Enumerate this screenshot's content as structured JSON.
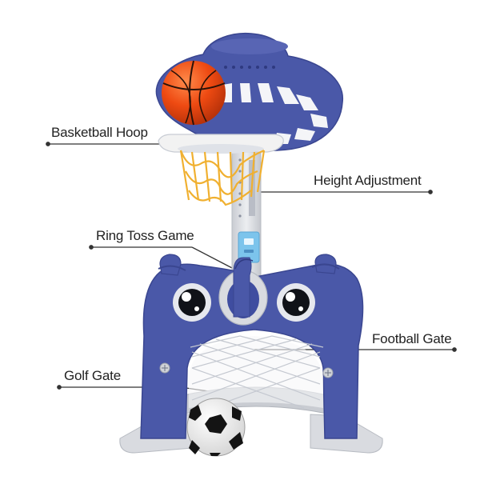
{
  "callouts": {
    "basketball_hoop": "Basketball Hoop",
    "height_adjustment": "Height Adjustment",
    "ring_toss_game": "Ring Toss Game",
    "football_gate": "Football Gate",
    "golf_gate": "Golf Gate"
  },
  "colors": {
    "body_blue": "#4a58a8",
    "body_blue_dark": "#3a4690",
    "grey_plastic": "#d9dbe0",
    "rim_white": "#f2f2f2",
    "net_orange": "#f0b030",
    "ball_orange": "#ee4a12",
    "leader_line": "#333333"
  }
}
